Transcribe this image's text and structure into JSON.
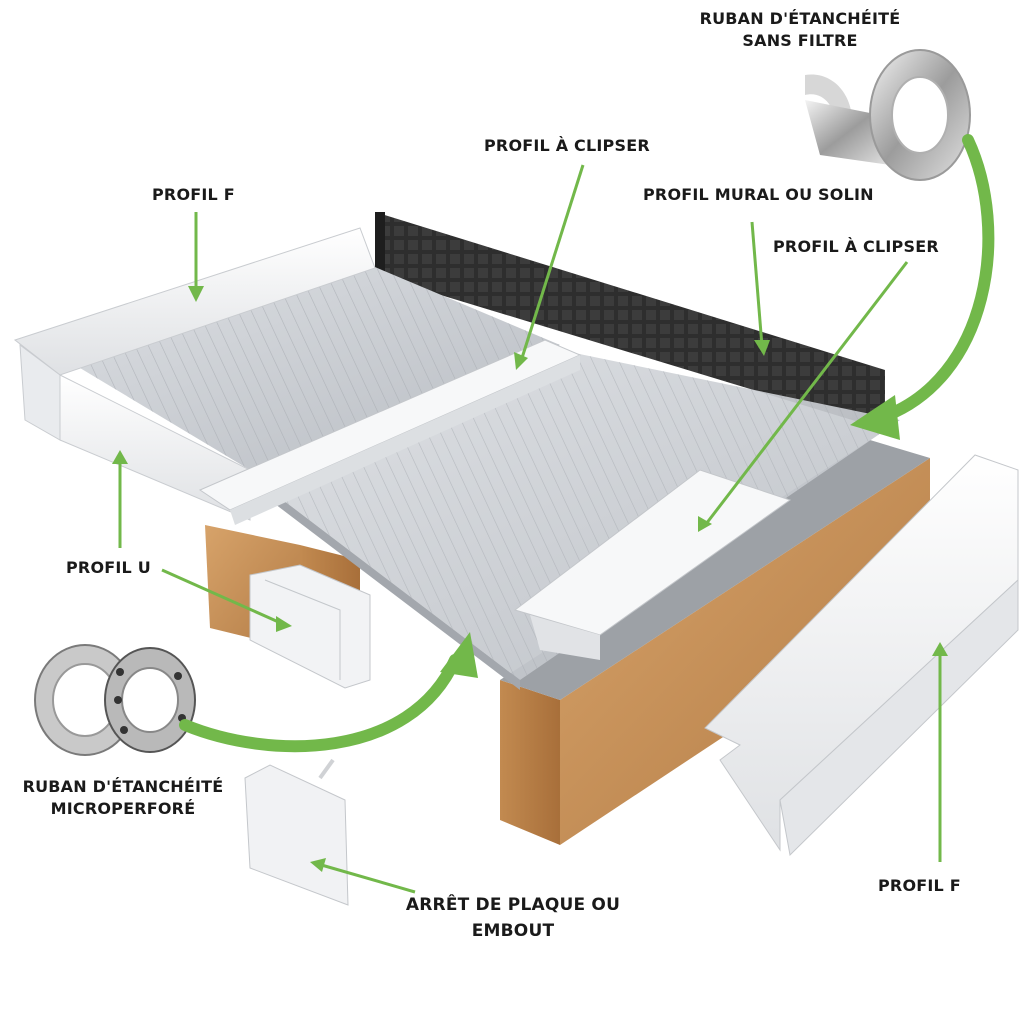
{
  "colors": {
    "arrow": "#72b84a",
    "wood": "#c8935a",
    "polycarbonate": "#c9cdd2",
    "profile_white": "#f2f3f5",
    "wall_membrane": "#2b2b2b",
    "label_text": "#1a1a1a"
  },
  "labels": {
    "ruban_sans_filtre": {
      "line1": "RUBAN D'ÉTANCHÉITÉ",
      "line2": "SANS FILTRE"
    },
    "profil_clipser_top": "PROFIL À CLIPSER",
    "profil_f_left": "PROFIL F",
    "profil_mural": "PROFIL MURAL OU SOLIN",
    "profil_clipser_right": "PROFIL À CLIPSER",
    "profil_u": "PROFIL U",
    "ruban_microperfore": {
      "line1": "RUBAN D'ÉTANCHÉITÉ",
      "line2": "MICROPERFORÉ"
    },
    "arret_plaque": {
      "line1": "ARRÊT DE PLAQUE OU",
      "line2": "EMBOUT"
    },
    "profil_f_right": "PROFIL F"
  },
  "icons": [
    "aluminium-tape-roll-icon",
    "microperforated-tape-roll-icon"
  ]
}
